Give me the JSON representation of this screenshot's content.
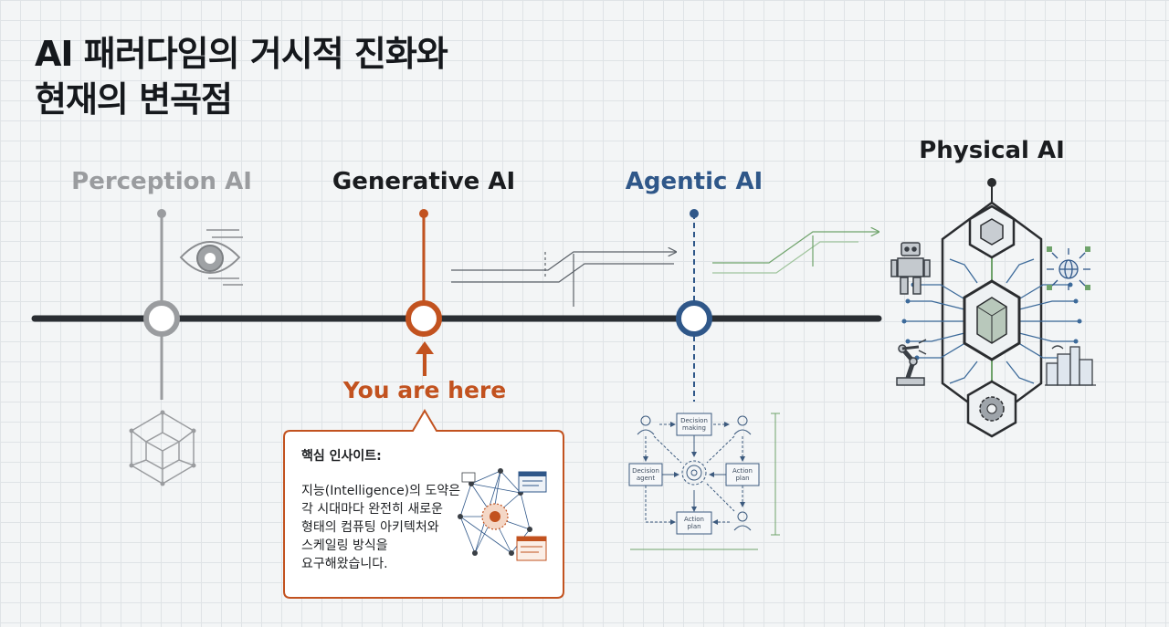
{
  "title": {
    "line1": "AI 패러다임의 거시적 진화와",
    "line2": "현재의 변곡점"
  },
  "eras": [
    {
      "label": "Perception AI",
      "color": "#9a9c9f"
    },
    {
      "label": "Generative AI",
      "color": "#c2521f"
    },
    {
      "label": "Agentic AI",
      "color": "#2f5789"
    },
    {
      "label": "Physical AI",
      "color": "#2a2c2f"
    }
  ],
  "marker": {
    "label": "You are here",
    "color": "#c2521f"
  },
  "insight": {
    "heading": "핵심 인사이트:",
    "lines": [
      "지능(Intelligence)의 도약은",
      "각 시대마다 완전히 새로운",
      "형태의 컴퓨팅 아키텍처와",
      "스케일링 방식을",
      "요구해왔습니다."
    ]
  },
  "agent_flow": {
    "decision_making": "Decision making",
    "decision_agent": "Decision agent",
    "action_plan_right": "Action plan",
    "action_plan_bottom": "Action plan"
  },
  "icons": [
    "eye-icon",
    "cube-icon",
    "neural-network-icon",
    "robot-icon",
    "robot-arm-icon",
    "city-icon",
    "globe-icon",
    "gear-icon",
    "chip-icon"
  ]
}
